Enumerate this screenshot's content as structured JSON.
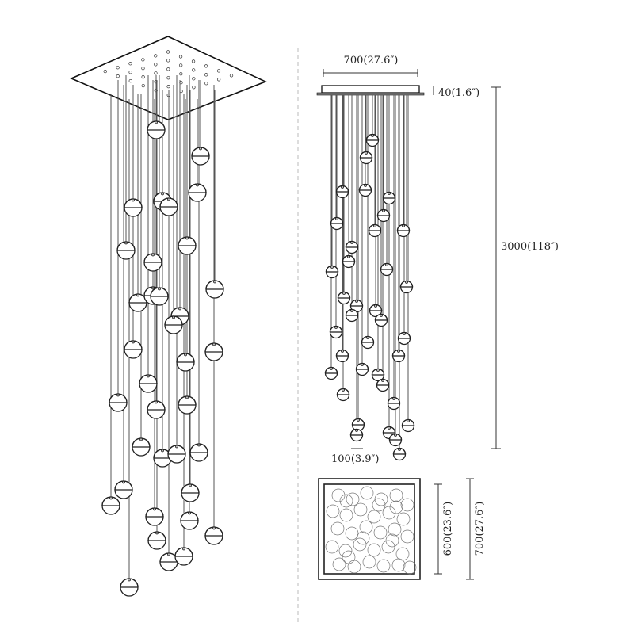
{
  "dimensions": {
    "width_top": "700(27.6″)",
    "canopy_height": "40(1.6″)",
    "overall_height": "3000(118″)",
    "ball_diameter": "100(3.9″)",
    "inner_square": "600(23.6″)",
    "outer_square": "700(27.6″)"
  },
  "colors": {
    "line": "#222222",
    "wire": "#555555",
    "background": "#ffffff"
  }
}
